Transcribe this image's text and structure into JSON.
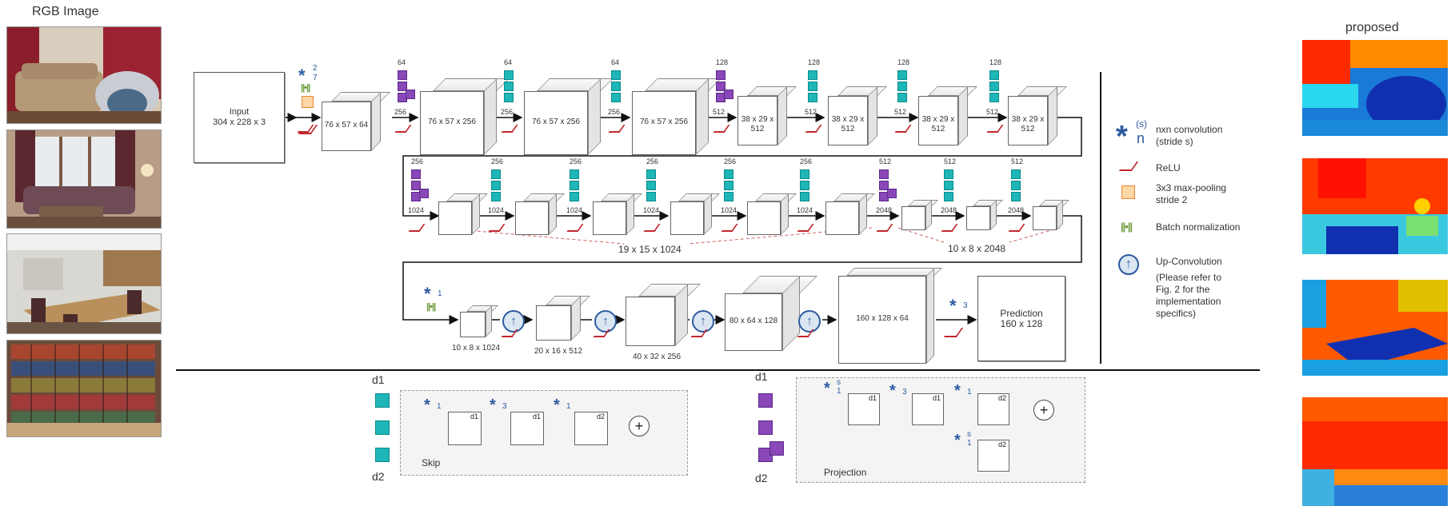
{
  "left_column": {
    "title": "RGB Image"
  },
  "right_column": {
    "title": "proposed"
  },
  "row1": {
    "input_label": "Input\n304 x 228 x 3",
    "conv_stride": "2",
    "conv_size": "7",
    "blocks": [
      {
        "label": "76 x 57 x 64"
      },
      {
        "label": "76 x 57 x 256"
      },
      {
        "label": "76 x 57 x 256"
      },
      {
        "label": "76 x 57 x 256"
      },
      {
        "label": "38 x 29 x\n512"
      },
      {
        "label": "38 x 29 x\n512"
      },
      {
        "label": "38 x 29 x\n512"
      },
      {
        "label": "38 x 29 x\n512"
      }
    ],
    "top_nums": [
      "64",
      "64",
      "64",
      "128",
      "128",
      "128",
      "128"
    ],
    "bottom_nums": [
      "256",
      "256",
      "256",
      "512",
      "512",
      "512",
      "512"
    ]
  },
  "row2": {
    "top_nums": [
      "256",
      "256",
      "256",
      "256",
      "256",
      "256",
      "512",
      "512",
      "512"
    ],
    "bottom_nums": [
      "1024",
      "1024",
      "1024",
      "1024",
      "1024",
      "1024",
      "2048",
      "2048",
      "2048"
    ],
    "group_label_a": "19 x 15 x 1024",
    "group_label_b": "10 x 8 x 2048"
  },
  "row3": {
    "conv1": "1",
    "conv3": "3",
    "blocks": [
      "10 x 8 x 1024",
      "20 x 16 x 512",
      "40 x 32 x 256",
      "80 x 64 x 128",
      "160 x 128 x 64"
    ],
    "prediction": "Prediction\n160 x 128"
  },
  "legend": {
    "conv_sup": "(s)",
    "conv_sub": "n",
    "conv_text": "nxn convolution\n(stride s)",
    "relu_text": "ReLU",
    "pool_text": "3x3 max-pooling\nstride 2",
    "bn_text": "Batch normalization",
    "upconv_text": "Up-Convolution",
    "note": "(Please refer to\nFig. 2 for the\nimplementation\nspecifics)"
  },
  "bottom": {
    "skip": {
      "d1": "d1",
      "d2": "d2",
      "label": "Skip",
      "k": [
        "1",
        "3",
        "1"
      ],
      "blocks": [
        "d1",
        "d1",
        "d2"
      ]
    },
    "projection": {
      "d1": "d1",
      "d2": "d2",
      "label": "Projection",
      "k": [
        "1",
        "3",
        "1",
        "1"
      ],
      "s": [
        "s",
        "s"
      ],
      "blocks": [
        "d1",
        "d1",
        "d2",
        "d2"
      ]
    }
  },
  "colors": {
    "teal": "#1fb6b8",
    "purple": "#8a47b8",
    "blue": "#2d5aa0",
    "orange": "#e8862a",
    "green": "#6a9a3a",
    "red": "#c0282d"
  }
}
